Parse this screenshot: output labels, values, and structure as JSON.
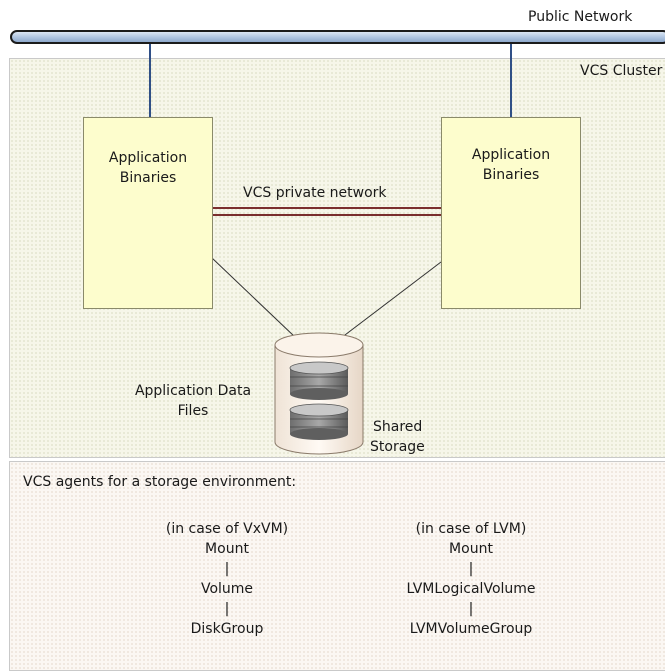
{
  "public_network": {
    "label": "Public Network"
  },
  "cluster": {
    "label": "VCS Cluster"
  },
  "nodes": [
    {
      "line1": "Application",
      "line2": "Binaries"
    },
    {
      "line1": "Application",
      "line2": "Binaries"
    }
  ],
  "private_network": {
    "label": "VCS private network"
  },
  "data_files": {
    "line1": "Application Data",
    "line2": "Files"
  },
  "storage": {
    "line1": "Shared",
    "line2": "Storage"
  },
  "agents": {
    "heading": "VCS agents for a storage environment:",
    "vxvm": [
      "(in case of VxVM)",
      "Mount",
      "|",
      "Volume",
      "|",
      "DiskGroup"
    ],
    "lvm": [
      "(in case of LVM)",
      "Mount",
      "|",
      "LVMLogicalVolume",
      "|",
      "LVMVolumeGroup"
    ]
  }
}
